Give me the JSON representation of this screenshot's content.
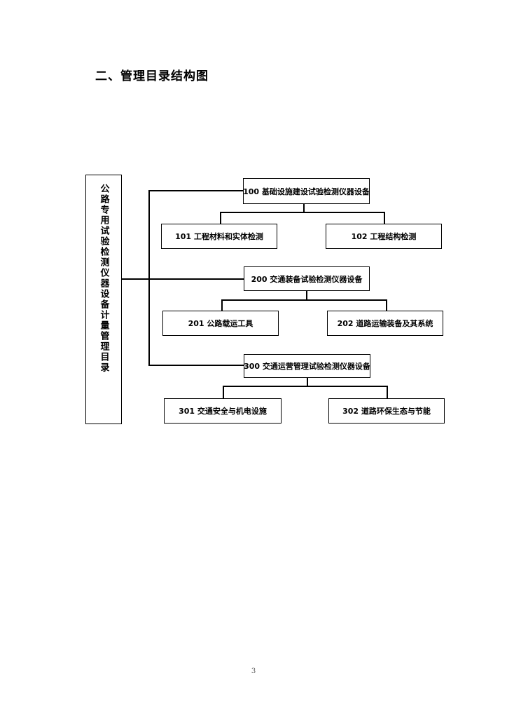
{
  "heading": "二、管理目录结构图",
  "root": {
    "label": "公路专用试验检测仪器设备计量管理目录"
  },
  "categories": [
    {
      "label": "100 基础设施建设试验检测仪器设备",
      "children": [
        {
          "label": "101 工程材料和实体检测"
        },
        {
          "label": "102 工程结构检测"
        }
      ]
    },
    {
      "label": "200 交通装备试验检测仪器设备",
      "children": [
        {
          "label": "201 公路载运工具"
        },
        {
          "label": "202 道路运输装备及其系统"
        }
      ]
    },
    {
      "label": "300 交通运营管理试验检测仪器设备",
      "children": [
        {
          "label": "301 交通安全与机电设施"
        },
        {
          "label": "302 道路环保生态与节能"
        }
      ]
    }
  ],
  "page_number": "3"
}
